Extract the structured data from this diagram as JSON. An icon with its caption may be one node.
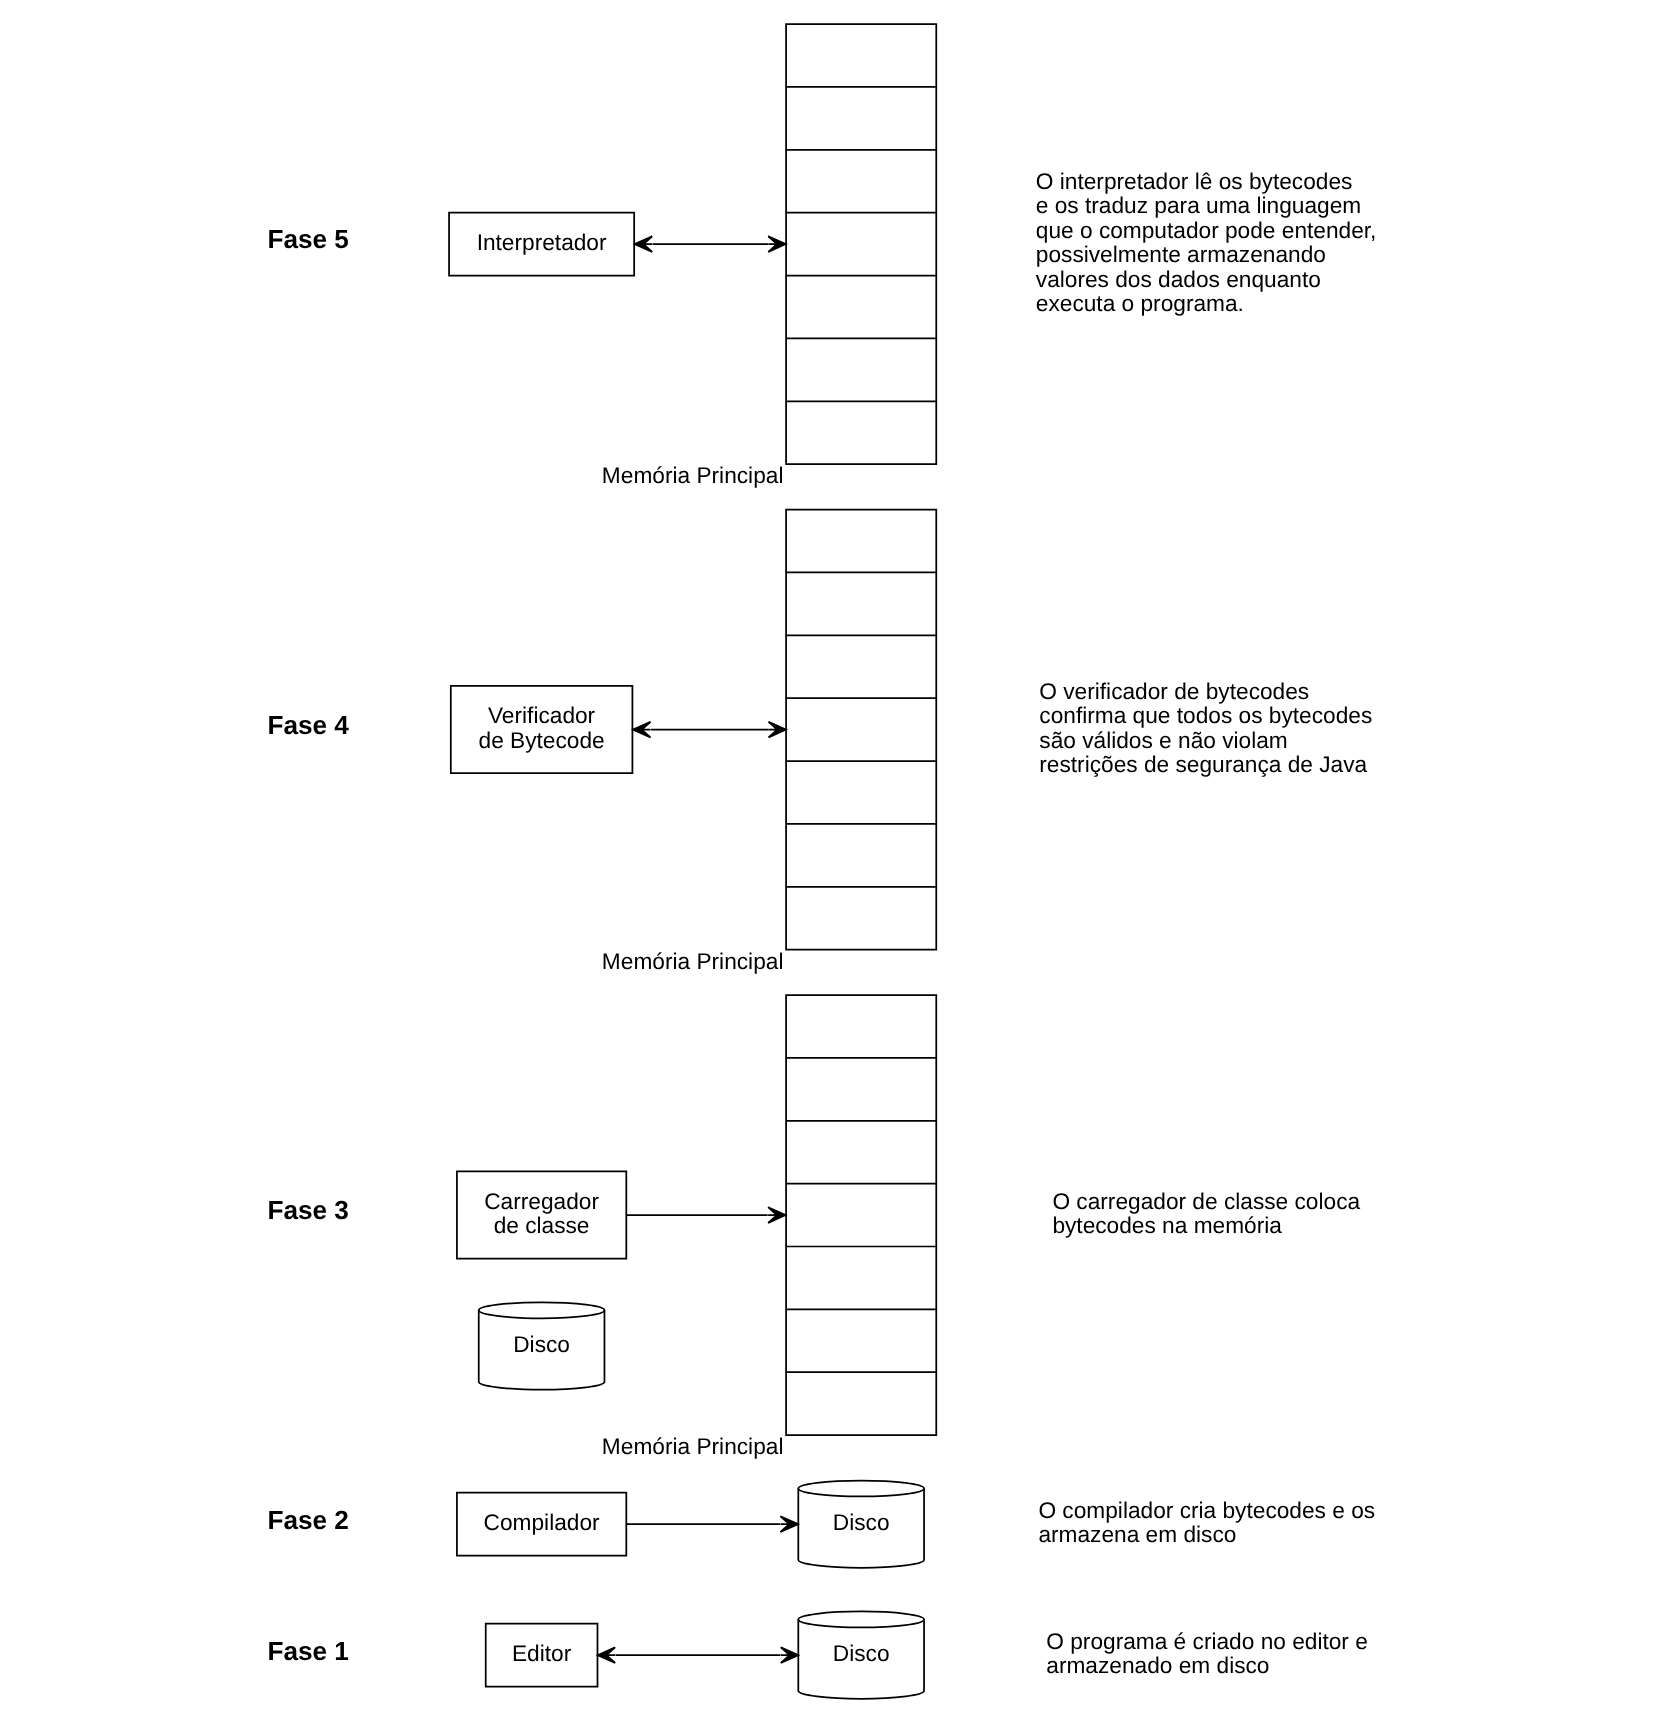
{
  "diagram": {
    "nodes": [
      {
        "text": [
          "Editor"
        ]
      },
      {
        "text": [
          "Disco"
        ]
      },
      {
        "text": [
          "Compilador"
        ]
      },
      {
        "text": [
          "Disco"
        ]
      },
      {
        "text": [
          "Carregador de classe"
        ]
      },
      {
        "text": [],
        "shape": "bar",
        "beside": [
          "Memória Principal"
        ]
      },
      {
        "text": [
          "Disco"
        ]
      },
      {
        "text": [
          "Verificador de Bytecode"
        ]
      },
      {
        "text": [],
        "shape": "bar",
        "beside": [
          "Memória Principal"
        ]
      },
      {
        "text": [
          "Interpretador"
        ]
      },
      {
        "text": [],
        "shape": "bar",
        "beside": [
          "Memória Principal"
        ]
      }
    ],
    "edges": [
      {
        "from": 0,
        "to": 1,
        "arrow": "both"
      },
      {
        "from": 2,
        "to": 3,
        "arrow": "to"
      },
      {
        "from": 4,
        "to": 5,
        "arrow": "to"
      },
      {
        "from": 7,
        "to": 8,
        "arrow": "both"
      },
      {
        "from": 9,
        "to": 10,
        "arrow": "both"
      }
    ],
    "labels": [
      "Fase 1",
      "O programa é criado no editor e armazenado em disco",
      "Fase 2",
      "O compilador cria bytecodes e os armazena em disco",
      "Fase 3",
      "O carregador de classe coloca bytecodes na memória",
      "Fase 4",
      "O verificador de bytecodes confirma que todos os bytecodes são válidos e não violam restrições de segurança de Java",
      "Fase 5",
      "O interpretador lê os bytecodes e os traduz para uma linguagem que o computador pode entender, possivelmente armazenando valores dos dados enquanto executa o programa."
    ]
  }
}
